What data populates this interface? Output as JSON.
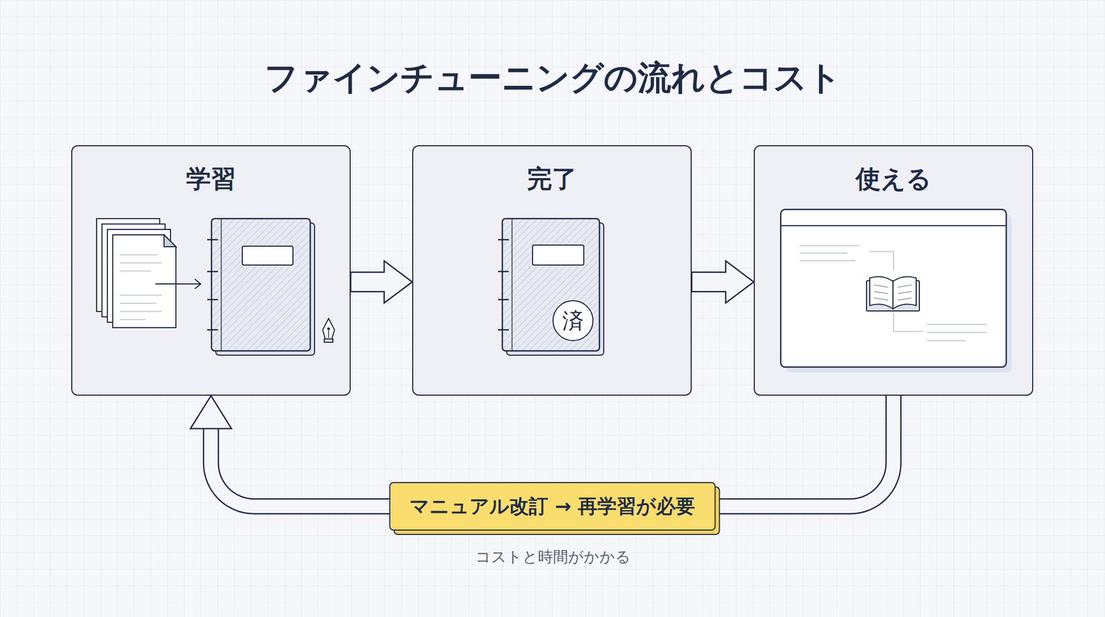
{
  "diagram": {
    "title": "ファインチューニングの流れとコスト",
    "nodes": [
      {
        "text": [
          "学習"
        ]
      },
      {
        "text": [
          "完了"
        ]
      },
      {
        "text": [
          "使える"
        ]
      }
    ],
    "edges": [
      {
        "from": 0,
        "to": 1,
        "arrow": "to"
      },
      {
        "from": 1,
        "to": 2,
        "arrow": "to"
      },
      {
        "from": 2,
        "to": 0,
        "arrow": "to",
        "label": "マニュアル改訂 → 再学習が必要"
      }
    ],
    "labels": [
      "済",
      "コストと時間がかかる"
    ]
  }
}
